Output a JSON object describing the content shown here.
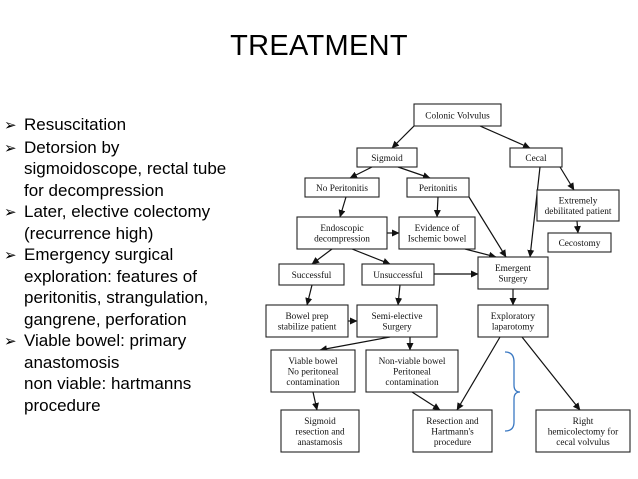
{
  "title": "TREATMENT",
  "bullets": [
    {
      "lines": [
        "Resuscitation"
      ]
    },
    {
      "lines": [
        "Detorsion by",
        "sigmoidoscope, rectal tube",
        "for decompression"
      ]
    },
    {
      "lines": [
        "Later, elective colectomy",
        "(recurrence high)"
      ]
    },
    {
      "lines": [
        "Emergency surgical",
        "exploration: features of",
        "peritonitis, strangulation,",
        "gangrene, perforation"
      ]
    },
    {
      "lines": [
        "Viable bowel: primary",
        "anastomosis",
        "non viable:  hartmanns",
        "procedure"
      ]
    }
  ],
  "flowchart": {
    "nodes": {
      "colonic_volvulus": [
        "Colonic Volvulus"
      ],
      "sigmoid": [
        "Sigmoid"
      ],
      "cecal": [
        "Cecal"
      ],
      "no_peritonitis": [
        "No Peritonitis"
      ],
      "peritonitis": [
        "Peritonitis"
      ],
      "extremely_debilitated": [
        "Extremely",
        "debilitated patient"
      ],
      "endoscopic_decompression": [
        "Endoscopic",
        "decompression"
      ],
      "evidence_ischemic": [
        "Evidence of",
        "Ischemic bowel"
      ],
      "cecostomy": [
        "Cecostomy"
      ],
      "successful": [
        "Successful"
      ],
      "unsuccessful": [
        "Unsuccessful"
      ],
      "emergent_surgery": [
        "Emergent",
        "Surgery"
      ],
      "bowel_prep": [
        "Bowel prep",
        "stabilize patient"
      ],
      "semi_elective": [
        "Semi-elective",
        "Surgery"
      ],
      "exploratory_laparotomy": [
        "Exploratory",
        "laparotomy"
      ],
      "viable_bowel": [
        "Viable bowel",
        "No peritoneal",
        "contamination"
      ],
      "non_viable_bowel": [
        "Non-viable bowel",
        "Peritoneal",
        "contamination"
      ],
      "sigmoid_resection": [
        "Sigmoid",
        "resection and",
        "anastamosis"
      ],
      "hartmann": [
        "Resection and",
        "Hartmann's",
        "procedure"
      ],
      "right_hemicolectomy": [
        "Right",
        "hemicolectomy for",
        "cecal volvulus"
      ]
    }
  },
  "colors": {
    "text": "#000000",
    "bracket": "#3a78c2",
    "background": "#ffffff"
  }
}
